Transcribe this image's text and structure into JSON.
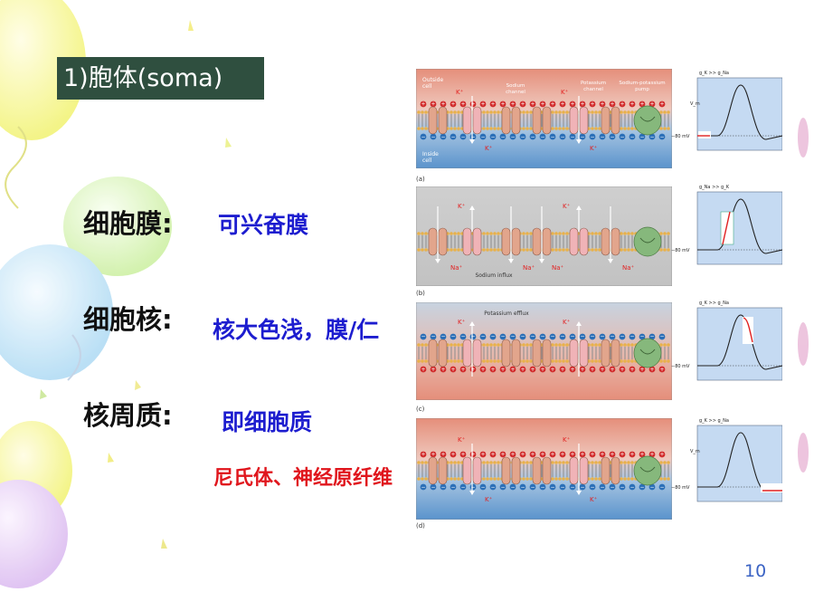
{
  "title": "1)胞体(soma)",
  "rows": [
    {
      "label": "细胞膜:",
      "value": "可兴奋膜"
    },
    {
      "label": "细胞核:",
      "value": "核大色浅，膜/仁"
    },
    {
      "label": "核周质:",
      "value": "即细胞质"
    }
  ],
  "subnote": "尼氏体、神经原纤维",
  "page_number": "10",
  "figure": {
    "panels": [
      {
        "letter": "(a)",
        "outside": "Outside\ncell",
        "inside": "Inside\ncell",
        "labels": [
          "Sodium channel",
          "Potassium channel",
          "Sodium-potassium pump"
        ],
        "k_top": [
          "K⁺",
          "K⁺"
        ],
        "k_bottom": [
          "K⁺",
          "K⁺"
        ],
        "graph_top": "g_K >> g_Na",
        "graph_y": "V_m",
        "graph_mv": "−80 mV"
      },
      {
        "letter": "(b)",
        "k_top": [
          "K⁺",
          "K⁺"
        ],
        "na_bottom": [
          "Na⁺",
          "Na⁺",
          "Na⁺",
          "Na⁺"
        ],
        "caption": "Sodium influx",
        "graph_top": "g_Na >> g_K",
        "graph_mv": "−80 mV"
      },
      {
        "letter": "(c)",
        "caption": "Potassium efflux",
        "k_top": [
          "K⁺",
          "K⁺"
        ],
        "graph_top": "g_K >> g_Na",
        "graph_mv": "−80 mV"
      },
      {
        "letter": "(d)",
        "k_top": [
          "K⁺",
          "K⁺"
        ],
        "k_bottom": [
          "K⁺",
          "K⁺"
        ],
        "graph_top": "g_K >> g_Na",
        "graph_y": "V_m",
        "graph_mv": "−80 mV"
      }
    ]
  },
  "colors": {
    "title_bg": "#2f4f3f",
    "blue_text": "#1d1dcf",
    "red_text": "#e0161d",
    "page_num": "#3b63c4",
    "graph_bg": "#c5daf2"
  }
}
